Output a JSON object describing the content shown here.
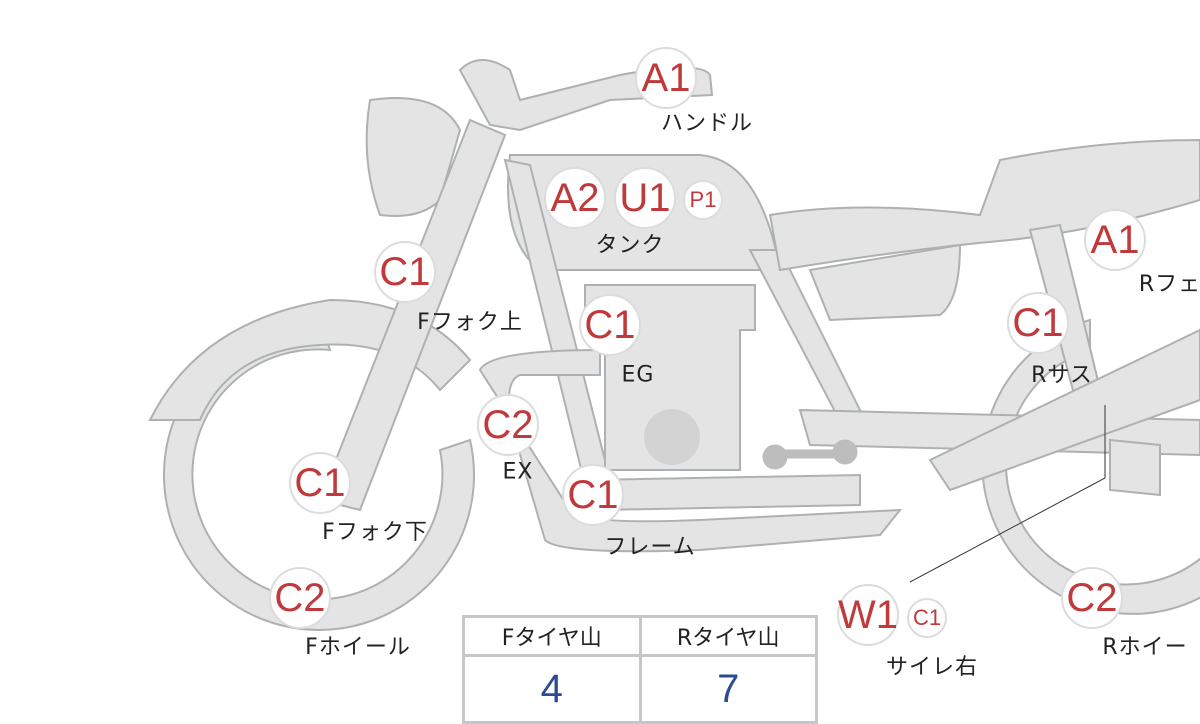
{
  "colors": {
    "part_fill": "#e3e4e3",
    "part_stroke": "#aeb1b3",
    "code": "#c0393b",
    "value": "#2b4b94"
  },
  "markers": [
    {
      "codes": [
        "A1"
      ],
      "label": "ハンドル"
    },
    {
      "codes": [
        "A2",
        "U1",
        "P1"
      ],
      "label": "タンク"
    },
    {
      "codes": [
        "C1"
      ],
      "label": "Fフォク上"
    },
    {
      "codes": [
        "C1"
      ],
      "label": "EG"
    },
    {
      "codes": [
        "C2"
      ],
      "label": "EX"
    },
    {
      "codes": [
        "C1"
      ],
      "label": "Fフォク下"
    },
    {
      "codes": [
        "C1"
      ],
      "label": "フレーム"
    },
    {
      "codes": [
        "C2"
      ],
      "label": "Fホイール"
    },
    {
      "codes": [
        "W1",
        "C1"
      ],
      "label": "サイレ右"
    },
    {
      "codes": [
        "A1"
      ],
      "label": "Rフェ"
    },
    {
      "codes": [
        "C1"
      ],
      "label": "Rサス"
    },
    {
      "codes": [
        "C2"
      ],
      "label": "Rホイー"
    }
  ],
  "tire_table": {
    "headers": [
      "Fタイヤ山",
      "Rタイヤ山"
    ],
    "values": [
      "4",
      "7"
    ]
  }
}
